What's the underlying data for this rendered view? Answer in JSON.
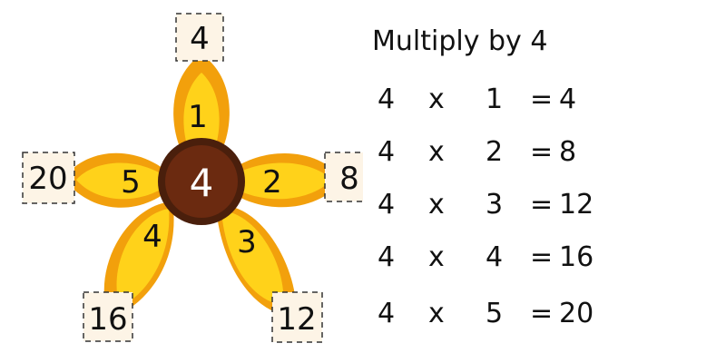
{
  "flower": {
    "center": "4",
    "petals": [
      {
        "id": "1",
        "label": "1",
        "result": "4"
      },
      {
        "id": "2",
        "label": "2",
        "result": "8"
      },
      {
        "id": "3",
        "label": "3",
        "result": "12"
      },
      {
        "id": "4",
        "label": "4",
        "result": "16"
      },
      {
        "id": "5",
        "label": "5",
        "result": "20"
      }
    ]
  },
  "table": {
    "title": "Multiply by 4",
    "rows": [
      {
        "a": "4",
        "op": "x",
        "b": "1",
        "eq": "=",
        "result": "4"
      },
      {
        "a": "4",
        "op": "x",
        "b": "2",
        "eq": "=",
        "result": "8"
      },
      {
        "a": "4",
        "op": "x",
        "b": "3",
        "eq": "=",
        "result": "12"
      },
      {
        "a": "4",
        "op": "x",
        "b": "4",
        "eq": "=",
        "result": "16"
      },
      {
        "a": "4",
        "op": "x",
        "b": "5",
        "eq": "=",
        "result": "20"
      }
    ]
  },
  "colors": {
    "petal_outer": "#f2a00c",
    "petal_inner": "#ffd21a",
    "center_ring": "#4a1f0c",
    "center_fill": "#6b2a10",
    "box_fill": "#fdf4e6"
  }
}
